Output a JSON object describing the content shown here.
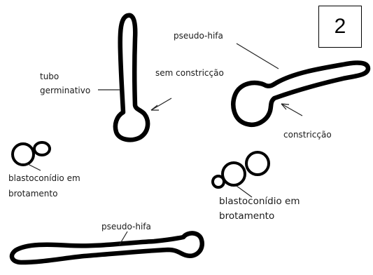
{
  "panel_number": "2",
  "labels": {
    "tubo": "tubo",
    "germinativo": "germinativo",
    "sem_constricao": "sem constricção",
    "pseudo_hifa_top": "pseudo-hifa",
    "constricao": "constricção",
    "blastoconidio_left_1": "blastoconídio em",
    "blastoconidio_left_2": "brotamento",
    "blastoconidio_right_1": "blastoconídio em",
    "blastoconidio_right_2": "brotamento",
    "pseudo_hifa_bottom": "pseudo-hifa"
  }
}
